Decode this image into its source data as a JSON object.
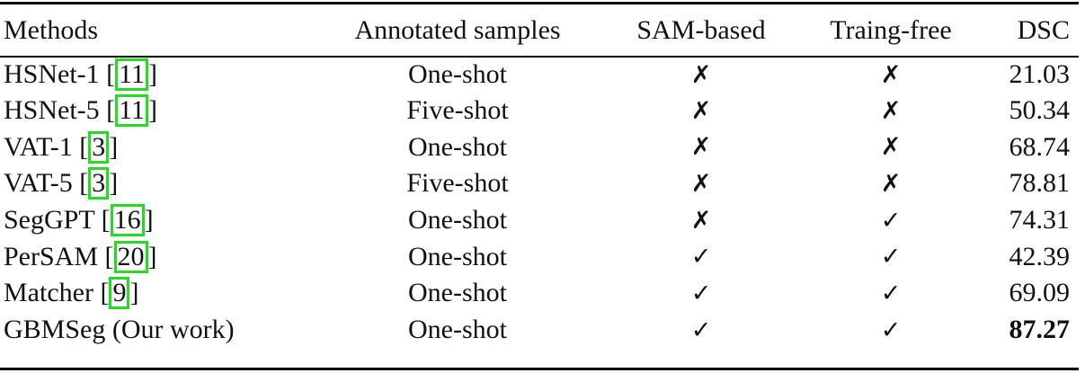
{
  "table": {
    "headers": {
      "methods": "Methods",
      "annotated_samples": "Annotated samples",
      "sam_based": "SAM-based",
      "training_free": "Traing-free",
      "dsc": "DSC"
    },
    "symbols": {
      "yes": "✓",
      "no": "✗"
    },
    "citation_box_color": "#22dd22",
    "rows": [
      {
        "method": "HSNet-1",
        "cite": "11",
        "annotated": "One-shot",
        "sam_based": "✗",
        "training_free": "✗",
        "dsc": "21.03"
      },
      {
        "method": "HSNet-5",
        "cite": "11",
        "annotated": "Five-shot",
        "sam_based": "✗",
        "training_free": "✗",
        "dsc": "50.34"
      },
      {
        "method": "VAT-1",
        "cite": "3",
        "annotated": "One-shot",
        "sam_based": "✗",
        "training_free": "✗",
        "dsc": "68.74"
      },
      {
        "method": "VAT-5",
        "cite": "3",
        "annotated": "Five-shot",
        "sam_based": "✗",
        "training_free": "✗",
        "dsc": "78.81"
      },
      {
        "method": "SegGPT",
        "cite": "16",
        "annotated": "One-shot",
        "sam_based": "✗",
        "training_free": "✓",
        "dsc": "74.31"
      },
      {
        "method": "PerSAM",
        "cite": "20",
        "annotated": "One-shot",
        "sam_based": "✓",
        "training_free": "✓",
        "dsc": "42.39"
      },
      {
        "method": "Matcher",
        "cite": "9",
        "annotated": "One-shot",
        "sam_based": "✓",
        "training_free": "✓",
        "dsc": "69.09"
      },
      {
        "method": "GBMSeg (Our work)",
        "cite": "",
        "annotated": "One-shot",
        "sam_based": "✓",
        "training_free": "✓",
        "dsc": "87.27",
        "best": true
      }
    ]
  }
}
